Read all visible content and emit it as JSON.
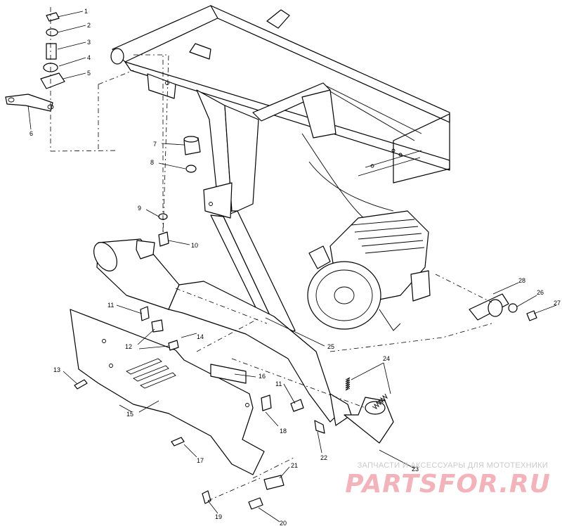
{
  "callouts": [
    {
      "id": "c1",
      "text": "1"
    },
    {
      "id": "c2",
      "text": "2"
    },
    {
      "id": "c3",
      "text": "3"
    },
    {
      "id": "c4",
      "text": "4"
    },
    {
      "id": "c5",
      "text": "5"
    },
    {
      "id": "c6",
      "text": "6"
    },
    {
      "id": "c7",
      "text": "7"
    },
    {
      "id": "c8",
      "text": "8"
    },
    {
      "id": "c9",
      "text": "9"
    },
    {
      "id": "c10",
      "text": "10"
    },
    {
      "id": "c11a",
      "text": "11"
    },
    {
      "id": "c11b",
      "text": "11"
    },
    {
      "id": "c12",
      "text": "12"
    },
    {
      "id": "c13",
      "text": "13"
    },
    {
      "id": "c14",
      "text": "14"
    },
    {
      "id": "c15",
      "text": "15"
    },
    {
      "id": "c16",
      "text": "16"
    },
    {
      "id": "c17",
      "text": "17"
    },
    {
      "id": "c18",
      "text": "18"
    },
    {
      "id": "c19",
      "text": "19"
    },
    {
      "id": "c20",
      "text": "20"
    },
    {
      "id": "c21",
      "text": "21"
    },
    {
      "id": "c22",
      "text": "22"
    },
    {
      "id": "c23",
      "text": "23"
    },
    {
      "id": "c24",
      "text": "24"
    },
    {
      "id": "c25",
      "text": "25"
    },
    {
      "id": "c26",
      "text": "26"
    },
    {
      "id": "c27",
      "text": "27"
    },
    {
      "id": "c28",
      "text": "28"
    }
  ],
  "watermark": {
    "line1": "ЗАПЧАСТИ И АКСЕССУАРЫ ДЛЯ МОТОТЕХНИКИ",
    "line2": "PARTSFOR.RU"
  }
}
